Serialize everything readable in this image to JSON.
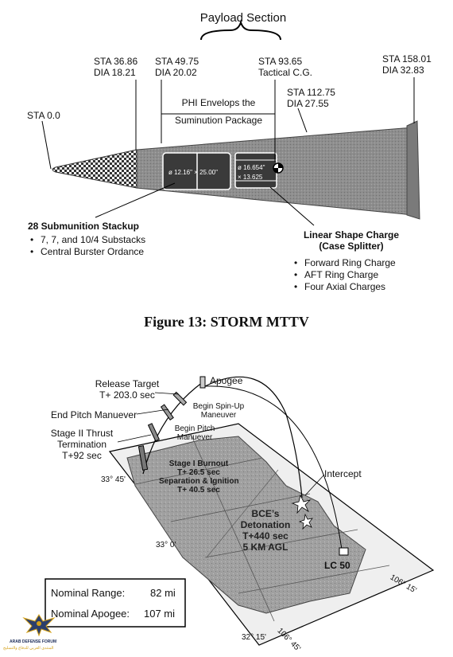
{
  "fig13": {
    "payload_section": "Payload Section",
    "stations": [
      {
        "sta": "STA 36.86",
        "dia": "DIA 18.21"
      },
      {
        "sta": "STA 49.75",
        "dia": "DIA 20.02"
      },
      {
        "sta": "STA 93.65",
        "dia": "Tactical C.G."
      },
      {
        "sta": "STA 158.01",
        "dia": "DIA 32.83"
      },
      {
        "sta": "STA 112.75",
        "dia": "DIA 27.55"
      }
    ],
    "sta_zero": "STA 0.0",
    "phi_line1": "PHI Envelops the",
    "phi_line2": "Suminution Package",
    "dim_main": "ø 12.16\" × 25.00\"",
    "dim_ring1": "ø 16.654\"",
    "dim_ring2": "× 13.625",
    "submunition_title": "28 Submunition Stackup",
    "submunition_items": [
      "7, 7, and 10/4 Substacks",
      "Central Burster Ordance"
    ],
    "charge_title1": "Linear Shape Charge",
    "charge_title2": "(Case Splitter)",
    "charge_items": [
      "Forward Ring Charge",
      "AFT Ring Charge",
      "Four Axial Charges"
    ],
    "caption": "Figure 13: STORM MTTV"
  },
  "fig14": {
    "release_target": "Release Target",
    "release_time": "T+ 203.0 sec",
    "apogee": "Apogee",
    "spin_up1": "Begin Spin-Up",
    "spin_up2": "Maneuver",
    "end_pitch": "End Pitch Manuever",
    "begin_pitch1": "Begin Pitch",
    "begin_pitch2": "Manuever",
    "stage2_1": "Stage II Thrust",
    "stage2_2": "Termination",
    "stage2_3": "T+92 sec",
    "stage1_1": "Stage I Burnout",
    "stage1_2": "T+ 26.5 sec",
    "stage1_3": "Separation & Ignition",
    "stage1_4": "T+ 40.5 sec",
    "lat_3345": "33° 45'",
    "lat_330": "33° 0'",
    "lat_3215": "32° 15'",
    "lon_10615": "106° 15'",
    "lon_10645": "106° 45'",
    "intercept": "Intercept",
    "bce1": "BCE’s",
    "bce2": "Detonation",
    "bce3": "T+440 sec",
    "bce4": "5 KM AGL",
    "lc50": "LC 50",
    "nominal_range_label": "Nominal Range:",
    "nominal_range_value": "82 mi",
    "nominal_apogee_label": "Nominal Apogee:",
    "nominal_apogee_value": "107 mi"
  },
  "watermark": {
    "name": "ARAB DEFENSE FORUM",
    "arabic": "المنتدى العربي للدفاع والتسليح",
    "accent": "#d4a017"
  }
}
